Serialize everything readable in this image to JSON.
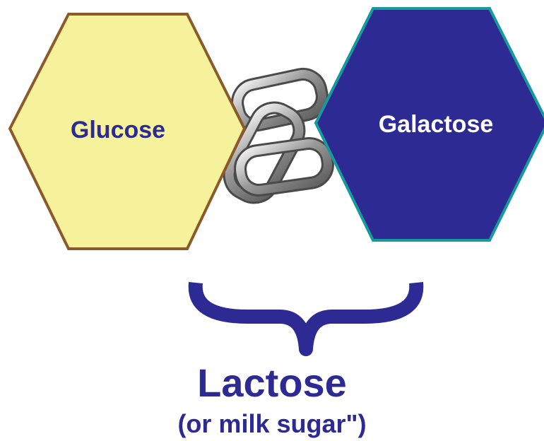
{
  "diagram": {
    "left_unit": {
      "label": "Glucose",
      "fill": "#f6f29c",
      "stroke": "#8b5a2b",
      "text_color": "#2d2a94"
    },
    "right_unit": {
      "label": "Galactose",
      "fill": "#2d2a94",
      "stroke": "#169a9a",
      "text_color": "#ffffff"
    },
    "bond_icon": "chain-link-icon",
    "bracket_color": "#2d2a94"
  },
  "caption": {
    "title": "Lactose",
    "subtitle": "(or milk sugar\")",
    "color": "#2d2a94"
  }
}
